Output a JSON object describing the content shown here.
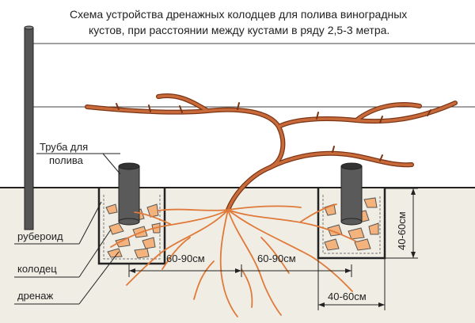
{
  "title": {
    "line1": "Схема устройства  дренажных колодцев  для полива виноградных",
    "line2": "кустов, при расстоянии между кустами в ряду 2,5-3 метра."
  },
  "labels": {
    "pipe_line1": "Труба для",
    "pipe_line2": "полива",
    "ruberoid": "рубероид",
    "well": "колодец",
    "drainage": "дренаж"
  },
  "dimensions": {
    "left_gap": "60-90см",
    "right_gap": "60-90см",
    "well_width": "40-60см",
    "well_depth": "40-60см"
  },
  "colors": {
    "soil": "#f0ede4",
    "vine": "#b3552b",
    "roots": "#e07a3a",
    "pipe": "#555555",
    "stone": "#f4b27c",
    "line": "#222222"
  }
}
